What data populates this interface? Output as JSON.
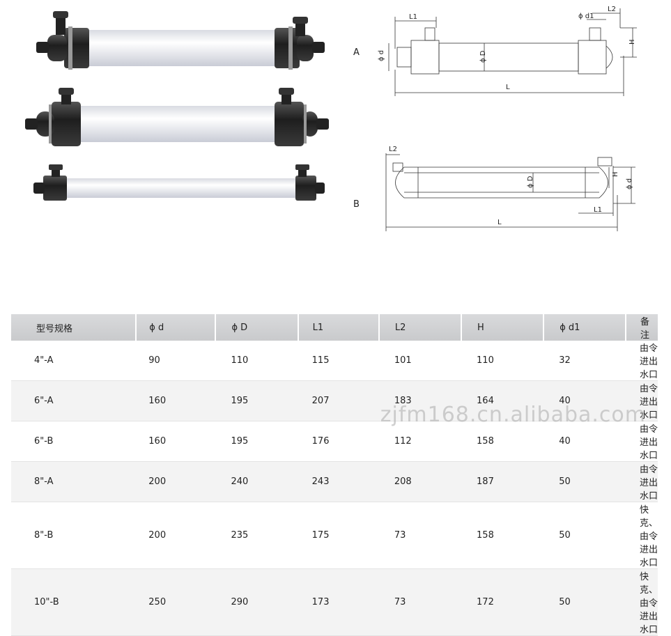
{
  "drawing_labels": {
    "variant_a": "A",
    "variant_b": "B",
    "L": "L",
    "L1": "L1",
    "L2": "L2",
    "H": "H",
    "phi_d": "ϕ d",
    "phi_D": "ϕ D",
    "phi_d1": "ϕ d1"
  },
  "table": {
    "headers": [
      "型号规格",
      "ϕ d",
      "ϕ D",
      "L1",
      "L2",
      "H",
      "ϕ d1",
      "备注"
    ],
    "rows": [
      [
        "4\"-A",
        "90",
        "110",
        "115",
        "101",
        "110",
        "32",
        "由令进出水口"
      ],
      [
        "6\"-A",
        "160",
        "195",
        "207",
        "183",
        "164",
        "40",
        "由令进出水口"
      ],
      [
        "6\"-B",
        "160",
        "195",
        "176",
        "112",
        "158",
        "40",
        "由令进出水口"
      ],
      [
        "8\"-A",
        "200",
        "240",
        "243",
        "208",
        "187",
        "50",
        "由令进出水口"
      ],
      [
        "8\"-B",
        "200",
        "235",
        "175",
        "73",
        "158",
        "50",
        "快克、由令进出水口"
      ],
      [
        "10\"-B",
        "250",
        "290",
        "173",
        "73",
        "172",
        "50",
        "快克、由令进出水口"
      ]
    ]
  },
  "watermark": "zjfm168.cn.alibaba.com",
  "colors": {
    "tube_body": "#f4f4f6",
    "end_cap": "#2a2a2a",
    "header_bg": "#d0d1d3"
  }
}
